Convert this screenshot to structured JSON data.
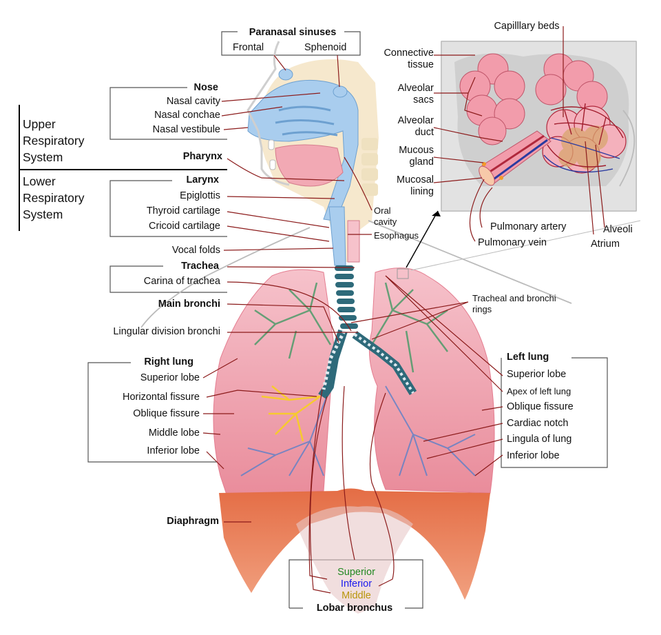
{
  "systems": {
    "upper": "Upper\nRespiratory\nSystem",
    "lower": "Lower\nRespiratory\nSystem"
  },
  "paranasal": {
    "title": "Paranasal sinuses",
    "frontal": "Frontal",
    "sphenoid": "Sphenoid"
  },
  "nose": {
    "title": "Nose",
    "items": [
      "Nasal cavity",
      "Nasal conchae",
      "Nasal vestibule"
    ]
  },
  "pharynx": "Pharynx",
  "larynx": {
    "title": "Larynx",
    "items": [
      "Epiglottis",
      "Thyroid cartilage",
      "Cricoid cartilage"
    ]
  },
  "vocal_folds": "Vocal folds",
  "trachea": {
    "title": "Trachea",
    "carina": "Carina of trachea"
  },
  "main_bronchi": "Main bronchi",
  "lingular": "Lingular division bronchi",
  "right_lung": {
    "title": "Right lung",
    "items": [
      "Superior lobe",
      "Horizontal fissure",
      "Oblique fissure",
      "Middle lobe",
      "Inferior lobe"
    ]
  },
  "diaphragm": "Diaphragm",
  "oral_cavity": "Oral\ncavity",
  "esophagus": "Esophagus",
  "tracheal_rings": "Tracheal and bronchi\nrings",
  "left_lung": {
    "title": "Left lung",
    "items": [
      "Superior lobe",
      "Apex of left lung",
      "Oblique fissure",
      "Cardiac notch",
      "Lingula of lung",
      "Inferior lobe"
    ]
  },
  "lobar": {
    "superior": "Superior",
    "inferior": "Inferior",
    "middle": "Middle",
    "title": "Lobar bronchus"
  },
  "inset": {
    "capillary": "Capilllary beds",
    "connective": "Connective\ntissue",
    "alveolar_sacs": "Alveolar\nsacs",
    "alveolar_duct": "Alveolar\nduct",
    "mucous_gland": "Mucous\ngland",
    "mucosal_lining": "Mucosal\nlining",
    "pulmonary_artery": "Pulmonary artery",
    "pulmonary_vein": "Pulmonary vein",
    "alveoli": "Alveoli",
    "atrium": "Atrium"
  },
  "colors": {
    "superior": "#228822",
    "inferior": "#1a1aee",
    "middle": "#b8960a",
    "leader": "#8b1a1a",
    "lung": "#f2a9b4",
    "diaphragm": "#e8825c",
    "airway": "#a9cdee"
  }
}
